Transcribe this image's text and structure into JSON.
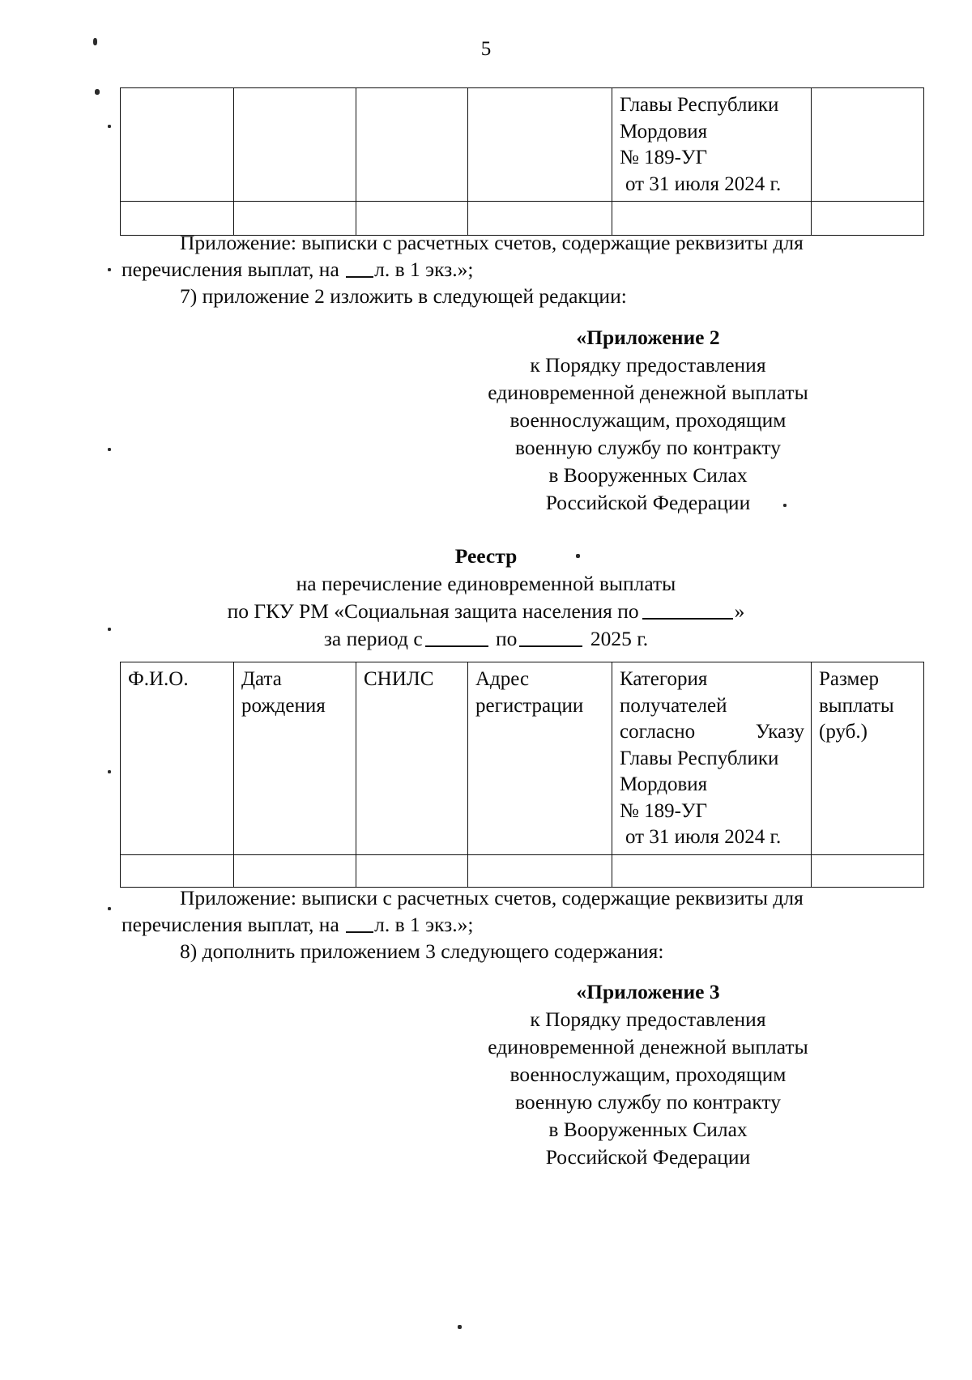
{
  "page": {
    "number": "5"
  },
  "top_table": {
    "columns": [
      "",
      "",
      "",
      "",
      "",
      ""
    ],
    "continued_cell_lines": [
      "Главы   Республики",
      "Мордовия",
      "№ 189-УГ",
      "от 31 июля 2024 г."
    ]
  },
  "paragraphs": {
    "attachment_note_1": {
      "line1": "Приложение: выписки с расчетных счетов, содержащие реквизиты для",
      "line2_before_blank": "перечисления выплат, на ",
      "line2_after_blank": "л. в 1 экз.»;"
    },
    "item_7": "7) приложение 2 изложить в следующей редакции:",
    "attachment_note_2": {
      "line1": "Приложение: выписки с расчетных счетов, содержащие реквизиты для",
      "line2_before_blank": "перечисления выплат, на ",
      "line2_after_blank": "л. в 1 экз.»;"
    },
    "item_8": "8) дополнить приложением 3 следующего содержания:"
  },
  "annex_2": {
    "title": "«Приложение 2",
    "lines": [
      "к Порядку предоставления",
      "единовременной денежной выплаты",
      "военнослужащим, проходящим",
      "военную службу по контракту",
      "в Вооруженных Силах",
      "Российской Федерации"
    ]
  },
  "annex_3": {
    "title": "«Приложение 3",
    "lines": [
      "к Порядку предоставления",
      "единовременной денежной выплаты",
      "военнослужащим, проходящим",
      "военную службу по контракту",
      "в Вооруженных Силах",
      "Российской Федерации"
    ]
  },
  "registry_heading": {
    "title": "Реестр",
    "subtitle": "на перечисление единовременной выплаты",
    "org_before_blank": "по ГКУ РМ «Социальная защита населения по",
    "org_after_blank": "»",
    "period_prefix": "за период с",
    "period_middle": "по",
    "period_suffix": "2025 г."
  },
  "registry_table": {
    "headers": {
      "fio": "Ф.И.О.",
      "dob_line1": "Дата",
      "dob_line2": "рождения",
      "snils": "СНИЛС",
      "address_line1": "Адрес",
      "address_line2": "регистрации",
      "category_line1": "Категория",
      "category_line2": "получателей",
      "category_line3a": "согласно",
      "category_line3b": "Указу",
      "category_line4": "Главы Республики",
      "category_line5": "Мордовия",
      "category_line6": "№ 189-УГ",
      "category_line7": "от 31 июля 2024 г.",
      "amount_line1": "Размер",
      "amount_line2": "выплаты",
      "amount_line3": "(руб.)"
    },
    "empty_row": [
      "",
      "",
      "",
      "",
      "",
      ""
    ]
  },
  "colors": {
    "text": "#0b0b0b",
    "rule": "#111111",
    "background": "#ffffff"
  }
}
